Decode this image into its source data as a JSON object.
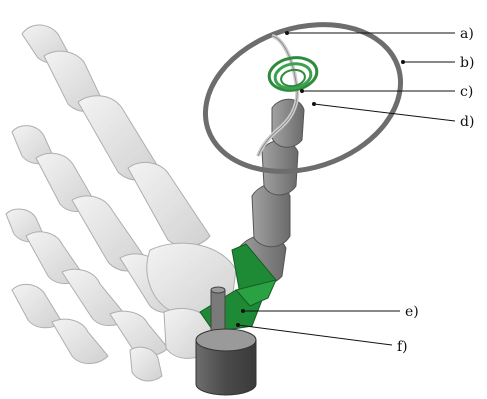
{
  "labels": {
    "a": "a)",
    "b": "b)",
    "c": "c)",
    "d": "d)",
    "e": "e)",
    "f": "f)"
  },
  "colors": {
    "bone": "#d9d9d9",
    "bone_outline": "#9a9a9a",
    "finger_segment": "#8a8a8a",
    "coil_ring": "#6d6d6d",
    "green_coil": "#2e8b3e",
    "green_bracket": "#1f8a35",
    "cylinder_body": "#5a5a5a",
    "label_text": "#111111"
  }
}
